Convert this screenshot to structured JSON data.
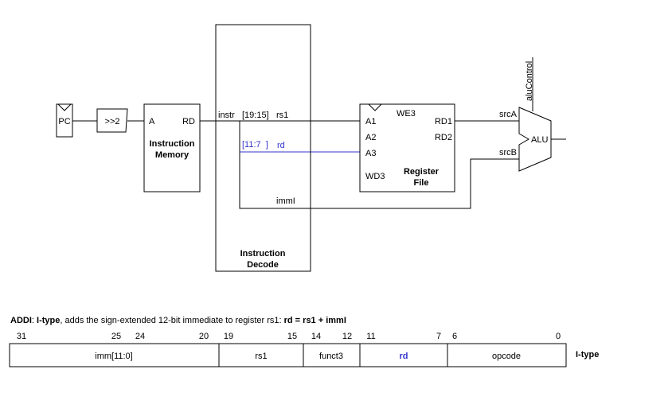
{
  "blocks": {
    "pc": {
      "label": "PC"
    },
    "shift": {
      "label": ">>2"
    },
    "imem": {
      "port_a": "A",
      "port_rd": "RD",
      "title_line1": "Instruction",
      "title_line2": "Memory"
    },
    "decode": {
      "title_line1": "Instruction",
      "title_line2": "Decode"
    },
    "regfile": {
      "we3": "WE3",
      "a1": "A1",
      "a2": "A2",
      "a3": "A3",
      "wd3": "WD3",
      "rd1": "RD1",
      "rd2": "RD2",
      "title_line1": "Register",
      "title_line2": "File"
    },
    "alu": {
      "label": "ALU"
    }
  },
  "signals": {
    "instr": "instr",
    "rs1_bits": "[19:15]",
    "rs1": "rs1",
    "rd_bits": "[11:7  ]",
    "rd": "rd",
    "imm": "immI",
    "srcA": "srcA",
    "srcB": "srcB",
    "alu_control": "aluControl"
  },
  "colors": {
    "highlight": "#3333cc"
  },
  "description": {
    "opcode_name": "ADDI",
    "sep": ": ",
    "type_name": "I-type",
    "middle": ", adds the sign-extended 12-bit immediate to register rs1: ",
    "equation": "rd = rs1 + immI"
  },
  "encoding": {
    "bit_numbers": [
      "31",
      "25",
      "24",
      "20",
      "19",
      "15",
      "14",
      "12",
      "11",
      "7",
      "6",
      "0"
    ],
    "fields": [
      {
        "label": "imm[11:0]",
        "highlight": false
      },
      {
        "label": "rs1",
        "highlight": false
      },
      {
        "label": "funct3",
        "highlight": false
      },
      {
        "label": "rd",
        "highlight": true
      },
      {
        "label": "opcode",
        "highlight": false
      }
    ],
    "format_label": "I-type"
  }
}
